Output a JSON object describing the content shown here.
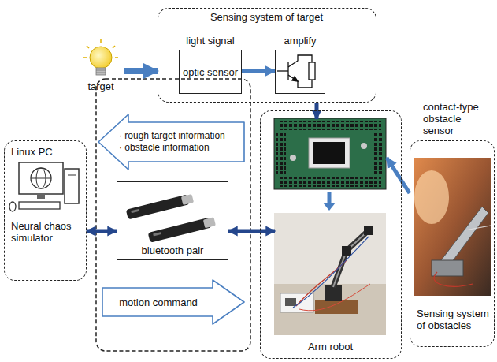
{
  "diagram": {
    "nodes": [
      {
        "text": [
          "Sensing system of target"
        ]
      },
      {
        "text": [
          "light signal",
          "optic sensor"
        ],
        "in": 0
      },
      {
        "text": [
          "amplify"
        ],
        "in": 0
      },
      {
        "text": [
          "target"
        ]
      },
      {
        "text": [
          "Linux PC",
          "Neural chaos simulator"
        ]
      },
      {
        "text": [
          "· rough target information",
          "· obstacle information"
        ]
      },
      {
        "text": [
          "bluetooth pair"
        ]
      },
      {
        "text": [
          "motion command"
        ]
      },
      {
        "text": [
          "Arm robot"
        ]
      },
      {
        "text": [
          "contact-type obstacle sensor",
          "Sensing system of obstacles"
        ]
      }
    ],
    "edges": [
      {
        "from": 3,
        "to": 0,
        "arrow": "to"
      },
      {
        "from": 1,
        "to": 2,
        "arrow": "to"
      },
      {
        "from": 0,
        "to": 8,
        "arrow": "to"
      },
      {
        "from": 4,
        "to": 6,
        "arrow": "both"
      },
      {
        "from": 6,
        "to": 8,
        "arrow": "both"
      },
      {
        "from": 9,
        "to": 8,
        "arrow": "to"
      }
    ]
  }
}
